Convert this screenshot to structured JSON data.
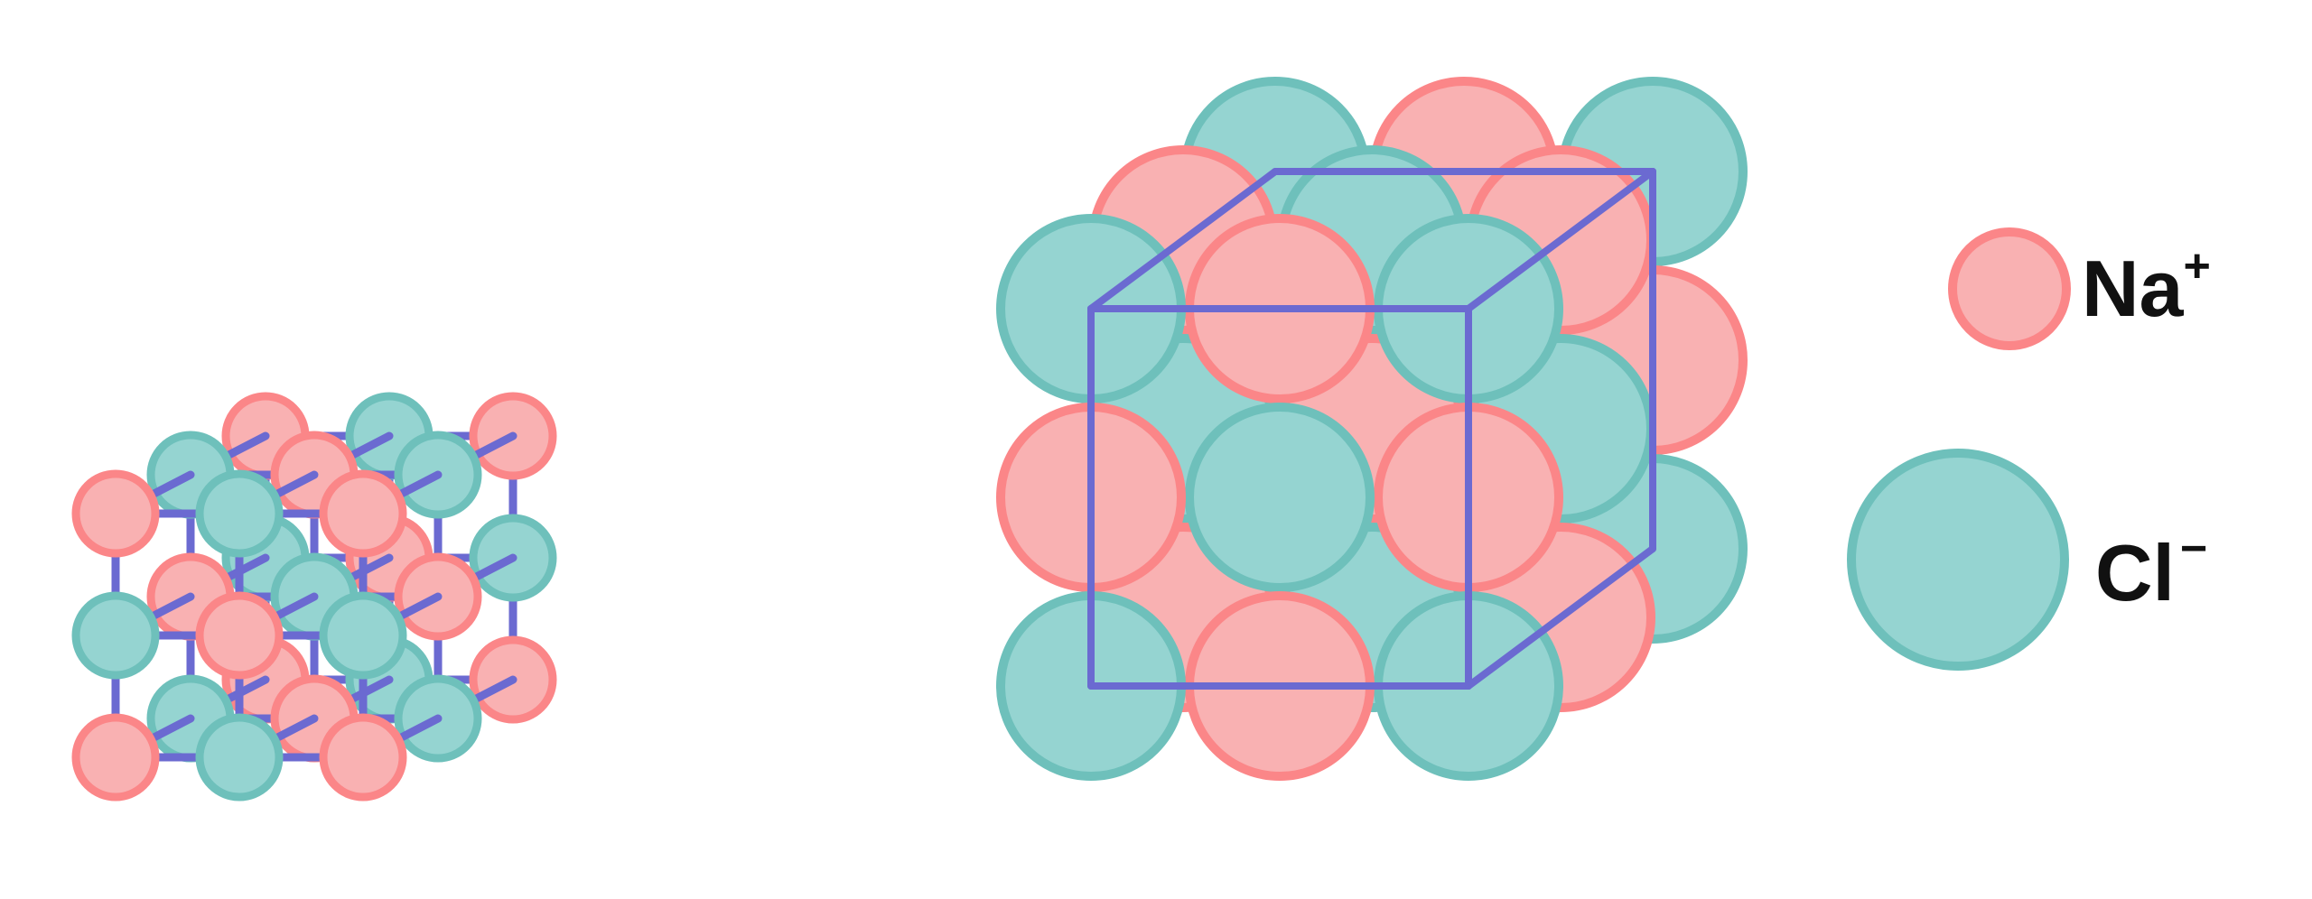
{
  "colors": {
    "background": "#ffffff",
    "na_fill": "#f9b1b2",
    "na_stroke": "#fb8688",
    "cl_fill": "#95d4d1",
    "cl_stroke": "#6ec0bb",
    "bond": "#6b6ad1"
  },
  "diagrams": {
    "ball_and_stick": {
      "layers": 3,
      "rows": 3,
      "cols": 3,
      "origin_ion": "Na"
    },
    "space_filling": {
      "layers": 3,
      "rows": 3,
      "cols": 3,
      "unit_cell_outline": true
    }
  },
  "legend": {
    "na": {
      "symbol": "Na",
      "charge": "+"
    },
    "cl": {
      "symbol": "Cl",
      "charge": "−"
    }
  }
}
